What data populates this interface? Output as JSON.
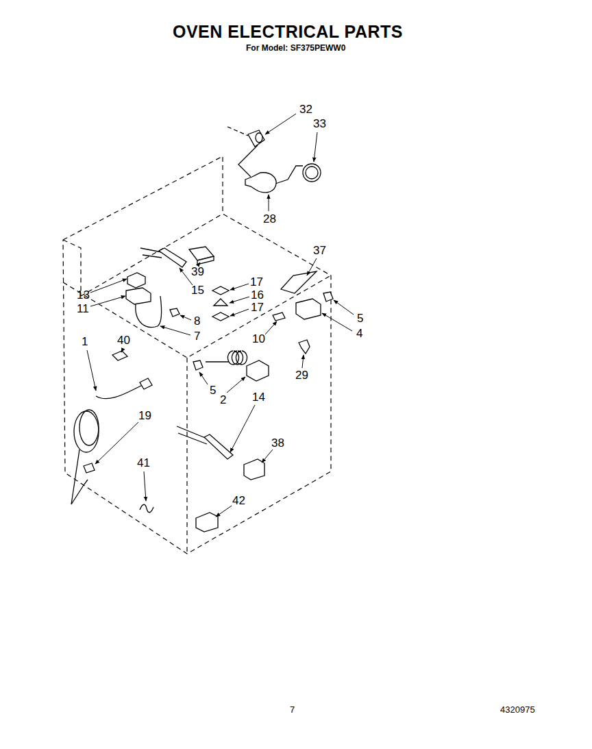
{
  "diagram": {
    "title": "OVEN ELECTRICAL PARTS",
    "labels": [
      "For Model: SF375PEWW0",
      "32",
      "33",
      "28",
      "37",
      "39",
      "17",
      "16",
      "17",
      "15",
      "13",
      "11",
      "8",
      "7",
      "10",
      "5",
      "4",
      "1",
      "40",
      "29",
      "5",
      "2",
      "14",
      "19",
      "38",
      "41",
      "42",
      "7",
      "4320975"
    ]
  }
}
